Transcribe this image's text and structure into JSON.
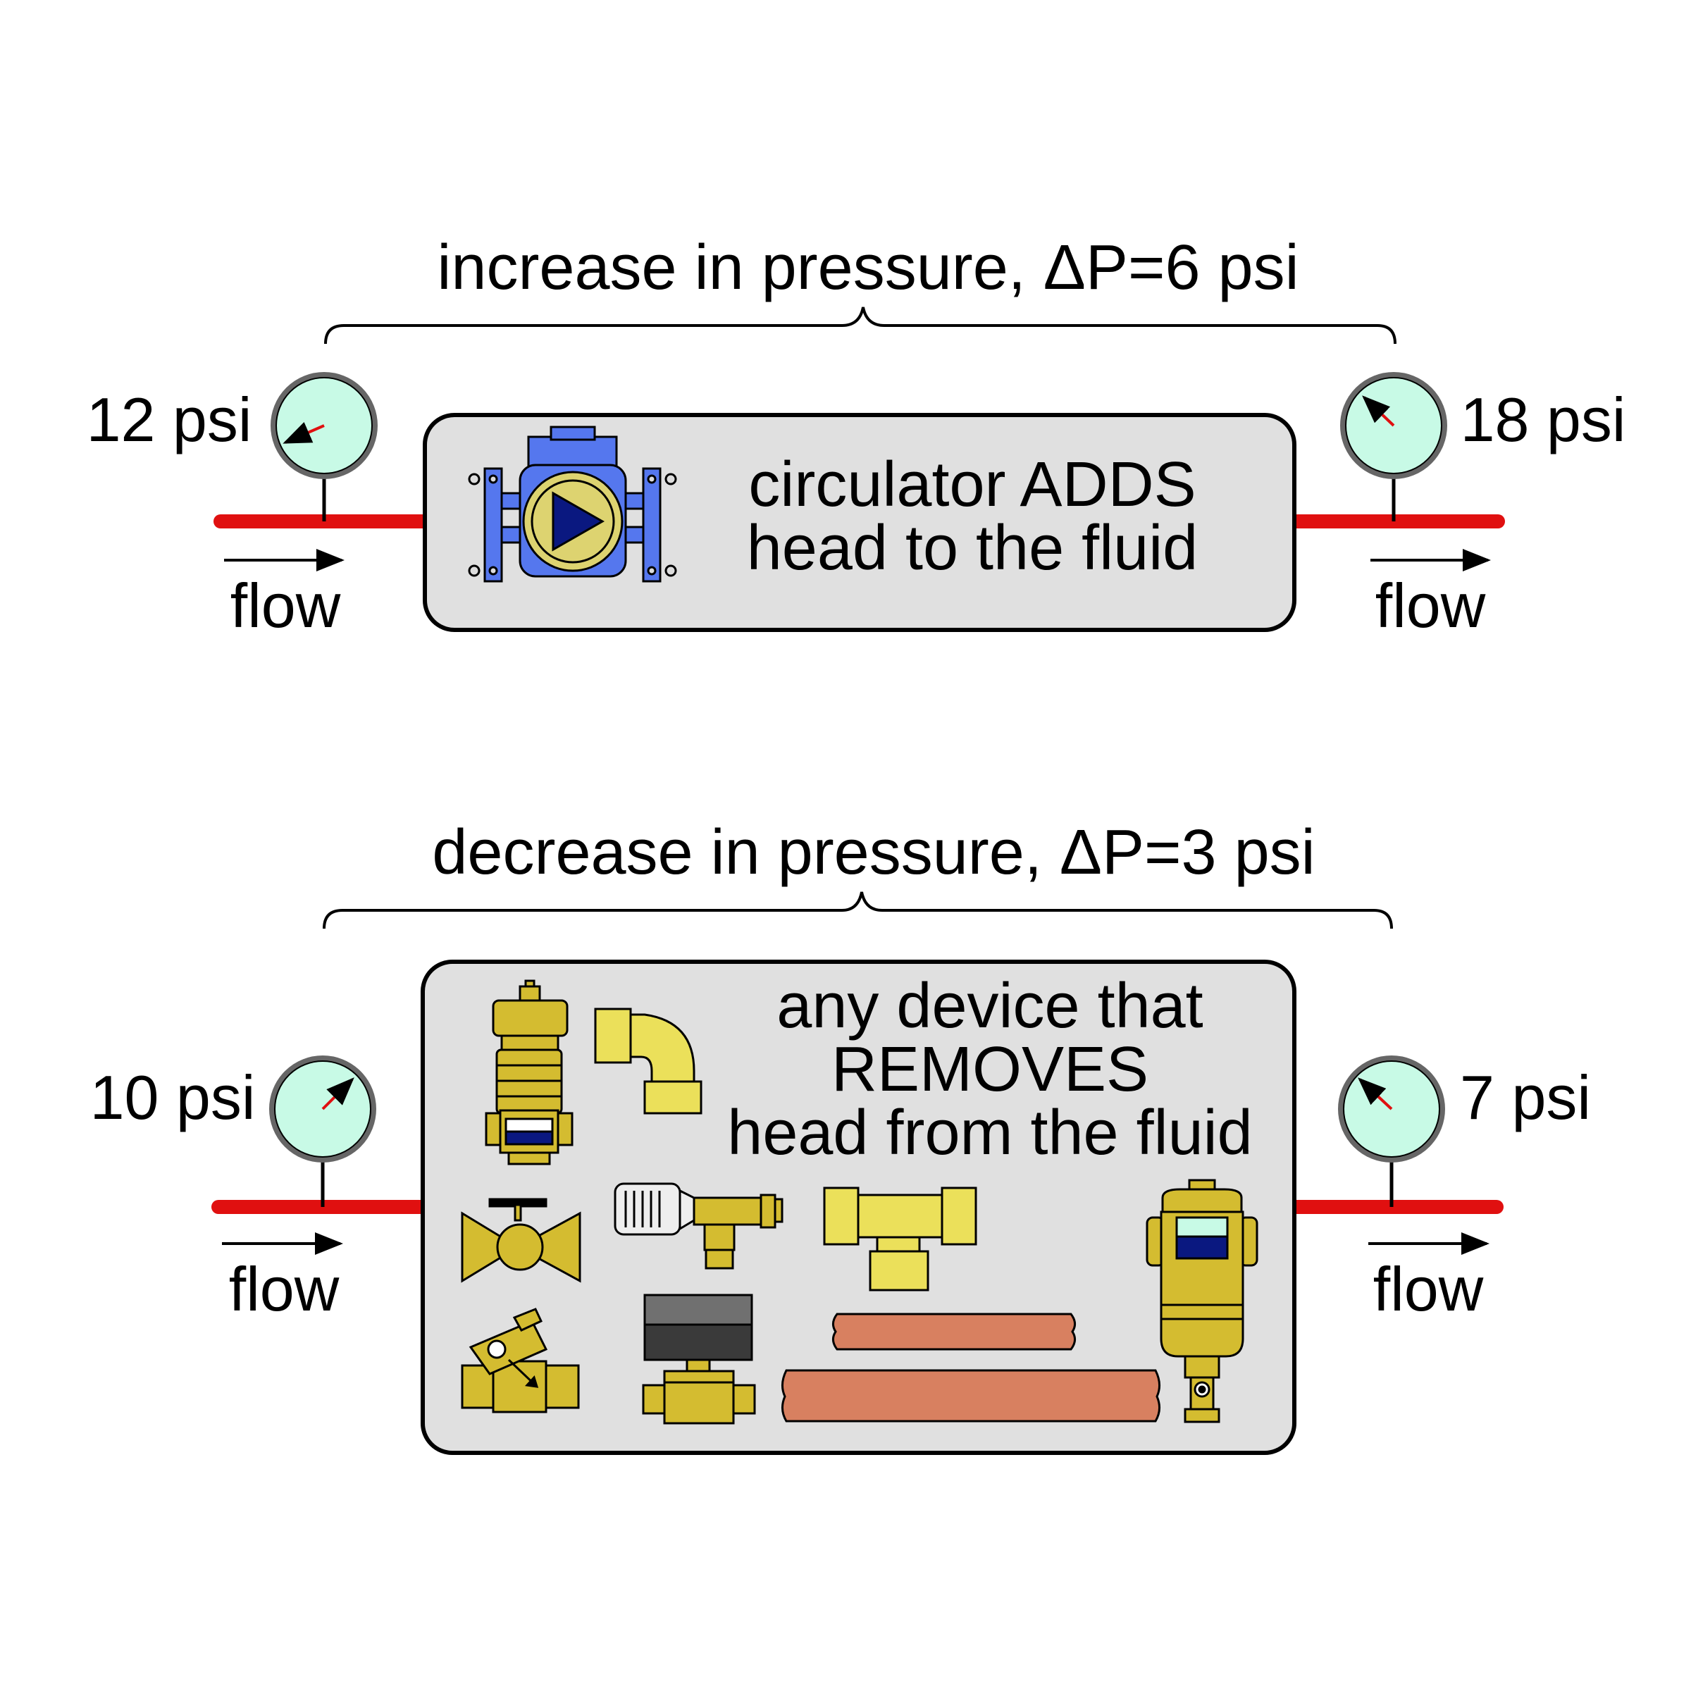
{
  "top": {
    "title": "increase in pressure, ΔP=6 psi",
    "left_reading": "12 psi",
    "right_reading": "18 psi",
    "flow_left": "flow",
    "flow_right": "flow",
    "box_line1": "circulator ADDS",
    "box_line2": "head to the fluid",
    "inlet_psi": 12,
    "outlet_psi": 18
  },
  "bottom": {
    "title": "decrease in pressure, ΔP=3 psi",
    "left_reading": "10 psi",
    "right_reading": "7 psi",
    "flow_left": "flow",
    "flow_right": "flow",
    "box_line1": "any device that",
    "box_line2": "REMOVES",
    "box_line3": "head from the fluid",
    "inlet_psi": 10,
    "outlet_psi": 7
  },
  "colors": {
    "pipe": "#e01010",
    "gauge_face": "#c8fae6",
    "gauge_rim": "#666666",
    "needle": "#e01010",
    "box_fill": "#e0e0e0",
    "pump_body": "#5577ee",
    "pump_core": "#ddd370",
    "pump_triangle": "#0a1880",
    "brass": "#d4bc30",
    "yellow_fitting": "#ebe05a",
    "copper": "#d88060",
    "glass_blue": "#0a1880",
    "actuator": "#707070"
  },
  "icons": {
    "top_device": "circulator-pump-icon",
    "bottom_devices": [
      "air-vent-icon",
      "elbow-fitting-icon",
      "ball-valve-icon",
      "thermostatic-valve-icon",
      "tee-fitting-icon",
      "dirt-separator-icon",
      "check-valve-icon",
      "zone-valve-icon",
      "copper-pipe-icon"
    ]
  }
}
